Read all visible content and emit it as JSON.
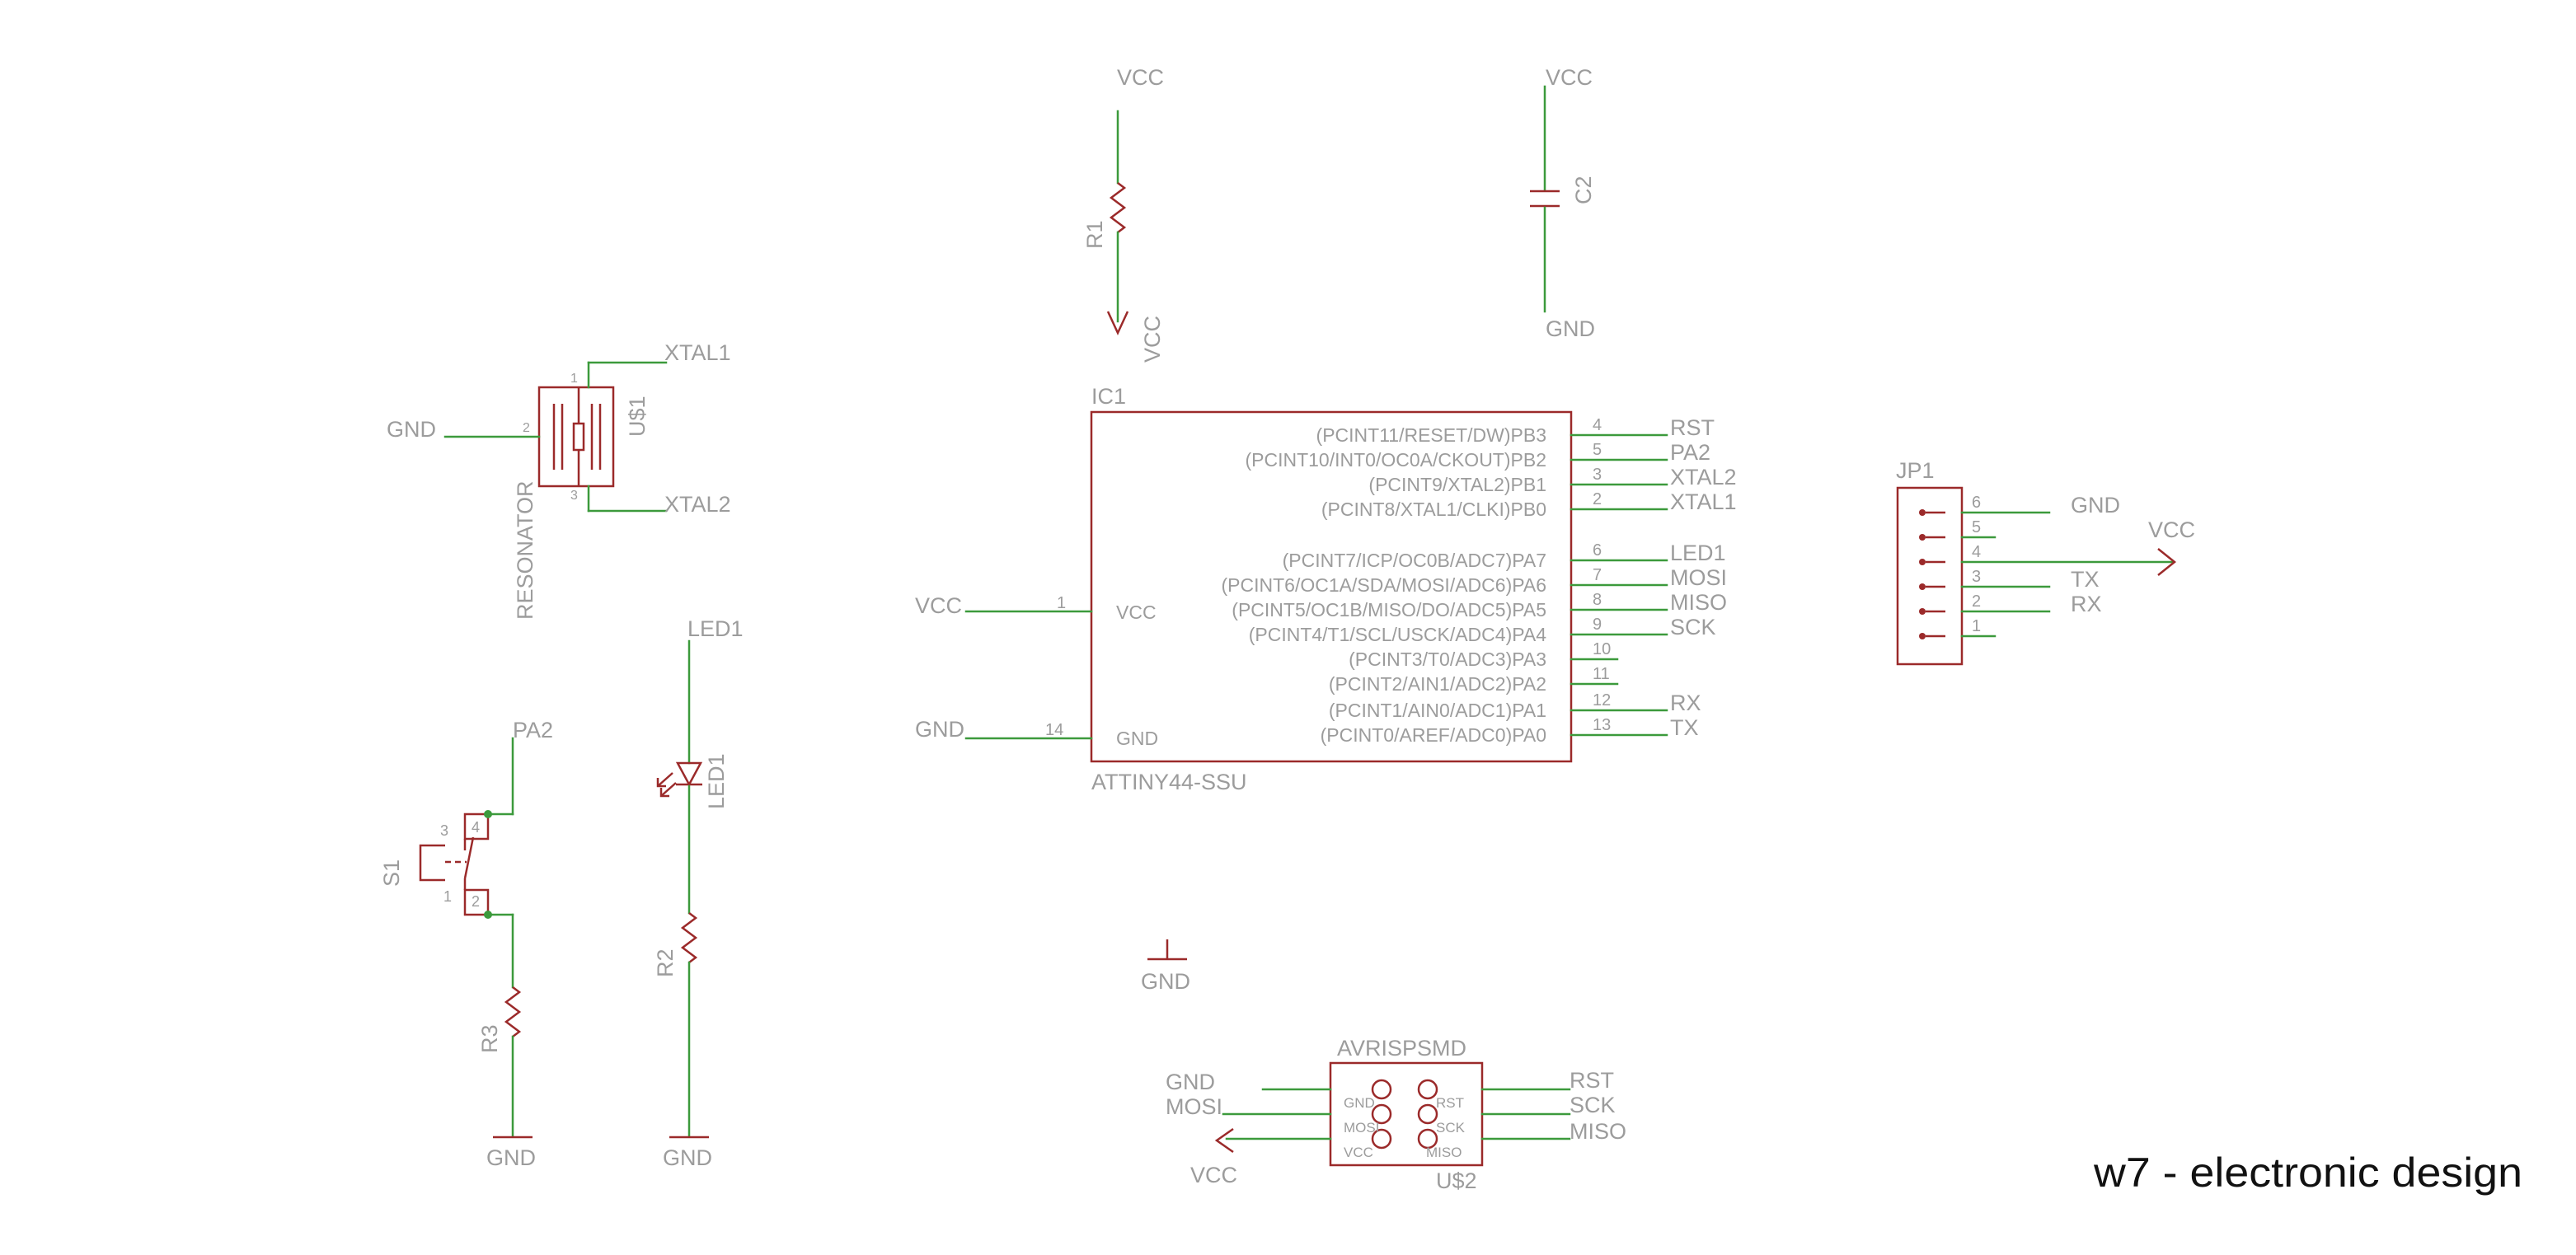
{
  "title": "w7 - electronic design",
  "colors": {
    "wire": "#3c9a3c",
    "symbol": "#9b2a2a",
    "text": "#9c9c9c",
    "background": "#ffffff"
  },
  "r1": {
    "name": "R1",
    "top_net": "VCC",
    "bottom_net": "VCC"
  },
  "c2": {
    "name": "C2",
    "top_net": "VCC",
    "bottom_net": "GND"
  },
  "resonator": {
    "name": "U$1",
    "value": "RESONATOR",
    "net_gnd": "GND",
    "net_xtal1": "XTAL1",
    "net_xtal2": "XTAL2",
    "pin1": "1",
    "pin2": "2",
    "pin3": "3"
  },
  "ic1": {
    "name": "IC1",
    "value": "ATTINY44-SSU",
    "vcc_label": "VCC",
    "gnd_label": "GND",
    "vcc_pin": "1",
    "gnd_pin": "14",
    "vcc_net": "VCC",
    "gnd_net": "GND",
    "right_pins": [
      {
        "label": "(PCINT11/RESET/DW)PB3",
        "num": "4",
        "net": "RST"
      },
      {
        "label": "(PCINT10/INT0/OC0A/CKOUT)PB2",
        "num": "5",
        "net": "PA2"
      },
      {
        "label": "(PCINT9/XTAL2)PB1",
        "num": "3",
        "net": "XTAL2"
      },
      {
        "label": "(PCINT8/XTAL1/CLKI)PB0",
        "num": "2",
        "net": "XTAL1"
      },
      {
        "label": "(PCINT7/ICP/OC0B/ADC7)PA7",
        "num": "6",
        "net": "LED1"
      },
      {
        "label": "(PCINT6/OC1A/SDA/MOSI/ADC6)PA6",
        "num": "7",
        "net": "MOSI"
      },
      {
        "label": "(PCINT5/OC1B/MISO/DO/ADC5)PA5",
        "num": "8",
        "net": "MISO"
      },
      {
        "label": "(PCINT4/T1/SCL/USCK/ADC4)PA4",
        "num": "9",
        "net": "SCK"
      },
      {
        "label": "(PCINT3/T0/ADC3)PA3",
        "num": "10",
        "net": ""
      },
      {
        "label": "(PCINT2/AIN1/ADC2)PA2",
        "num": "11",
        "net": ""
      },
      {
        "label": "(PCINT1/AIN0/ADC1)PA1",
        "num": "12",
        "net": "RX"
      },
      {
        "label": "(PCINT0/AREF/ADC0)PA0",
        "num": "13",
        "net": "TX"
      }
    ]
  },
  "jp1": {
    "name": "JP1",
    "pins": [
      {
        "num": "6",
        "net": "GND"
      },
      {
        "num": "5",
        "net": ""
      },
      {
        "num": "4",
        "net": "VCC"
      },
      {
        "num": "3",
        "net": "TX"
      },
      {
        "num": "2",
        "net": "RX"
      },
      {
        "num": "1",
        "net": ""
      }
    ]
  },
  "s1": {
    "name": "S1",
    "net_top": "PA2",
    "pin1": "1",
    "pin2": "2",
    "pin3": "3",
    "pin4": "4"
  },
  "r3": {
    "name": "R3",
    "bottom_net": "GND"
  },
  "led1": {
    "name": "LED1",
    "top_net": "LED1"
  },
  "r2": {
    "name": "R2",
    "bottom_net": "GND"
  },
  "gnd_symbol": {
    "net": "GND"
  },
  "avrisp": {
    "value": "AVRISPSMD",
    "name": "U$2",
    "left_nets": [
      "GND",
      "MOSI",
      "VCC"
    ],
    "right_nets": [
      "RST",
      "SCK",
      "MISO"
    ],
    "left_pin_labels": [
      "GND",
      "MOSI",
      "VCC"
    ],
    "right_pin_labels": [
      "RST",
      "SCK",
      "MISO"
    ]
  }
}
